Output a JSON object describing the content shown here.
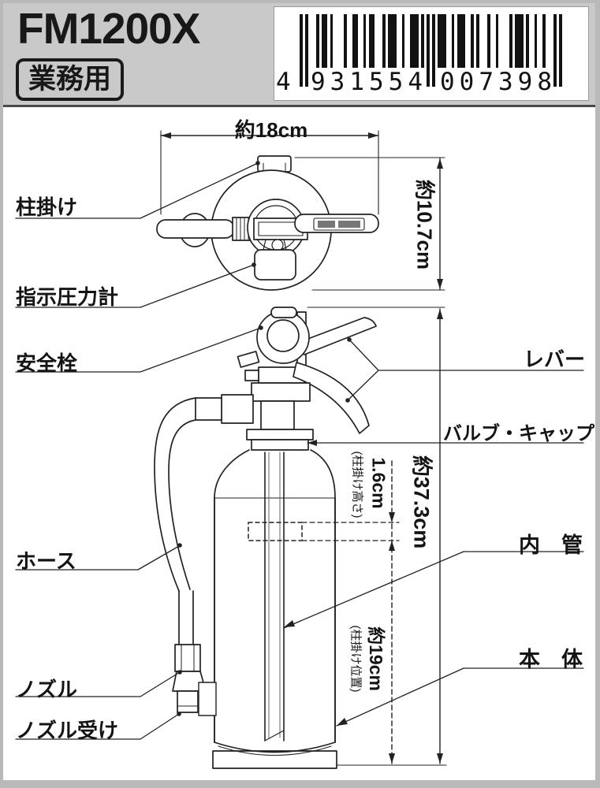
{
  "header": {
    "model": "FM1200X",
    "badge": "業務用",
    "barcode": {
      "groups": [
        "4",
        "931554",
        "007398"
      ],
      "modules": "10100010110100001001100101100010111001001110101010111001011100101000100100001011101001001000101"
    }
  },
  "labels": {
    "pillar_hook": "柱掛け",
    "pressure_gauge": "指示圧力計",
    "safety_pin": "安全栓",
    "hose": "ホース",
    "nozzle": "ノズル",
    "nozzle_holder": "ノズル受け",
    "lever": "レバー",
    "valve_cap": "バルブ・キャップ",
    "inner_tube": "内　管",
    "body": "本　体"
  },
  "dimensions": {
    "width": "約18cm",
    "head_height": "約10.7cm",
    "total_height": "約37.3cm",
    "hook_height_name": "(柱掛け高さ)",
    "hook_height": "1.6cm",
    "hook_pos_name": "(柱掛け位置)",
    "hook_pos": "約19cm"
  }
}
